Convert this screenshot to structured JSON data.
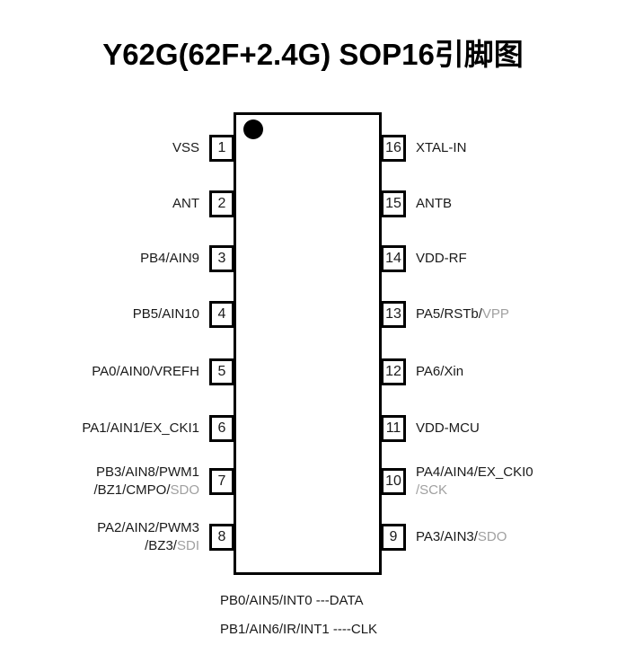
{
  "title": "Y62G(62F+2.4G) SOP16引脚图",
  "colors": {
    "ink": "#1a1a1a",
    "muted": "#a0a0a0",
    "line": "#000000",
    "bg": "#ffffff"
  },
  "chip": {
    "package": "SOP16",
    "pin1_marker": "black-dot",
    "left_pins": [
      {
        "number": "1",
        "lines": [
          [
            {
              "t": "VSS"
            }
          ]
        ]
      },
      {
        "number": "2",
        "lines": [
          [
            {
              "t": "ANT"
            }
          ]
        ]
      },
      {
        "number": "3",
        "lines": [
          [
            {
              "t": "PB4/AIN9"
            }
          ]
        ]
      },
      {
        "number": "4",
        "lines": [
          [
            {
              "t": "PB5/AIN10"
            }
          ]
        ]
      },
      {
        "number": "5",
        "lines": [
          [
            {
              "t": "PA0/AIN0/VREFH"
            }
          ]
        ]
      },
      {
        "number": "6",
        "lines": [
          [
            {
              "t": "PA1/AIN1/EX_CKI1"
            }
          ]
        ]
      },
      {
        "number": "7",
        "lines": [
          [
            {
              "t": "PB3/AIN8/PWM1"
            }
          ],
          [
            {
              "t": "/BZ1/CMPO/"
            },
            {
              "t": "SDO",
              "muted": true
            }
          ]
        ]
      },
      {
        "number": "8",
        "lines": [
          [
            {
              "t": "PA2/AIN2/PWM3"
            }
          ],
          [
            {
              "t": "/BZ3/"
            },
            {
              "t": "SDI",
              "muted": true
            }
          ]
        ]
      }
    ],
    "right_pins": [
      {
        "number": "16",
        "lines": [
          [
            {
              "t": "XTAL-IN"
            }
          ]
        ]
      },
      {
        "number": "15",
        "lines": [
          [
            {
              "t": "ANTB"
            }
          ]
        ]
      },
      {
        "number": "14",
        "lines": [
          [
            {
              "t": "VDD-RF"
            }
          ]
        ]
      },
      {
        "number": "13",
        "lines": [
          [
            {
              "t": "PA5/RSTb/"
            },
            {
              "t": "VPP",
              "muted": true
            }
          ]
        ]
      },
      {
        "number": "12",
        "lines": [
          [
            {
              "t": "PA6/Xin"
            }
          ]
        ]
      },
      {
        "number": "11",
        "lines": [
          [
            {
              "t": "VDD-MCU"
            }
          ]
        ]
      },
      {
        "number": "10",
        "lines": [
          [
            {
              "t": "PA4/AIN4/EX_CKI0"
            }
          ],
          [
            {
              "t": "/SCK",
              "muted": true
            }
          ]
        ]
      },
      {
        "number": "9",
        "lines": [
          [
            {
              "t": "PA3/AIN3/"
            },
            {
              "t": "SDO",
              "muted": true
            }
          ]
        ]
      }
    ],
    "bottom_notes": [
      {
        "pins": "PB0/AIN5/INT0",
        "dashes": "---",
        "signal": "DATA"
      },
      {
        "pins": "PB1/AIN6/IR/INT1",
        "dashes": "----",
        "signal": "CLK"
      }
    ]
  }
}
